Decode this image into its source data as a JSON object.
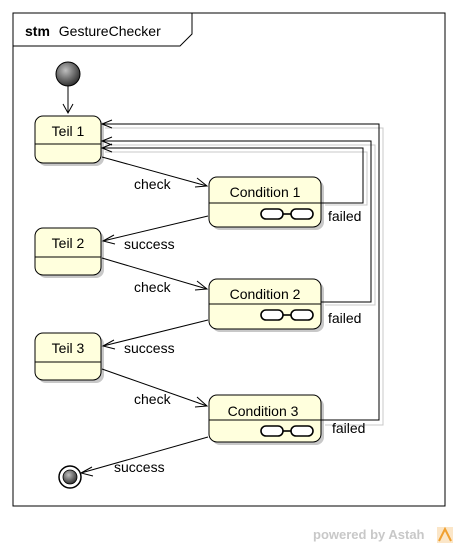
{
  "frame": {
    "kind": "stm",
    "name": "GestureChecker"
  },
  "states": [
    {
      "id": "teil1",
      "name": "Teil 1"
    },
    {
      "id": "teil2",
      "name": "Teil 2"
    },
    {
      "id": "teil3",
      "name": "Teil 3"
    }
  ],
  "conditions": [
    {
      "id": "cond1",
      "name": "Condition 1"
    },
    {
      "id": "cond2",
      "name": "Condition 2"
    },
    {
      "id": "cond3",
      "name": "Condition 3"
    }
  ],
  "transitions": {
    "check": "check",
    "success": "success",
    "failed": "failed"
  },
  "watermark": {
    "text": "powered by Astah"
  },
  "colors": {
    "state_fill": "#ffffdd",
    "stroke": "#000000",
    "shadow": "#c8c8c8",
    "watermark": "#c8c8c8",
    "watermark_logo": "#f0a030"
  }
}
